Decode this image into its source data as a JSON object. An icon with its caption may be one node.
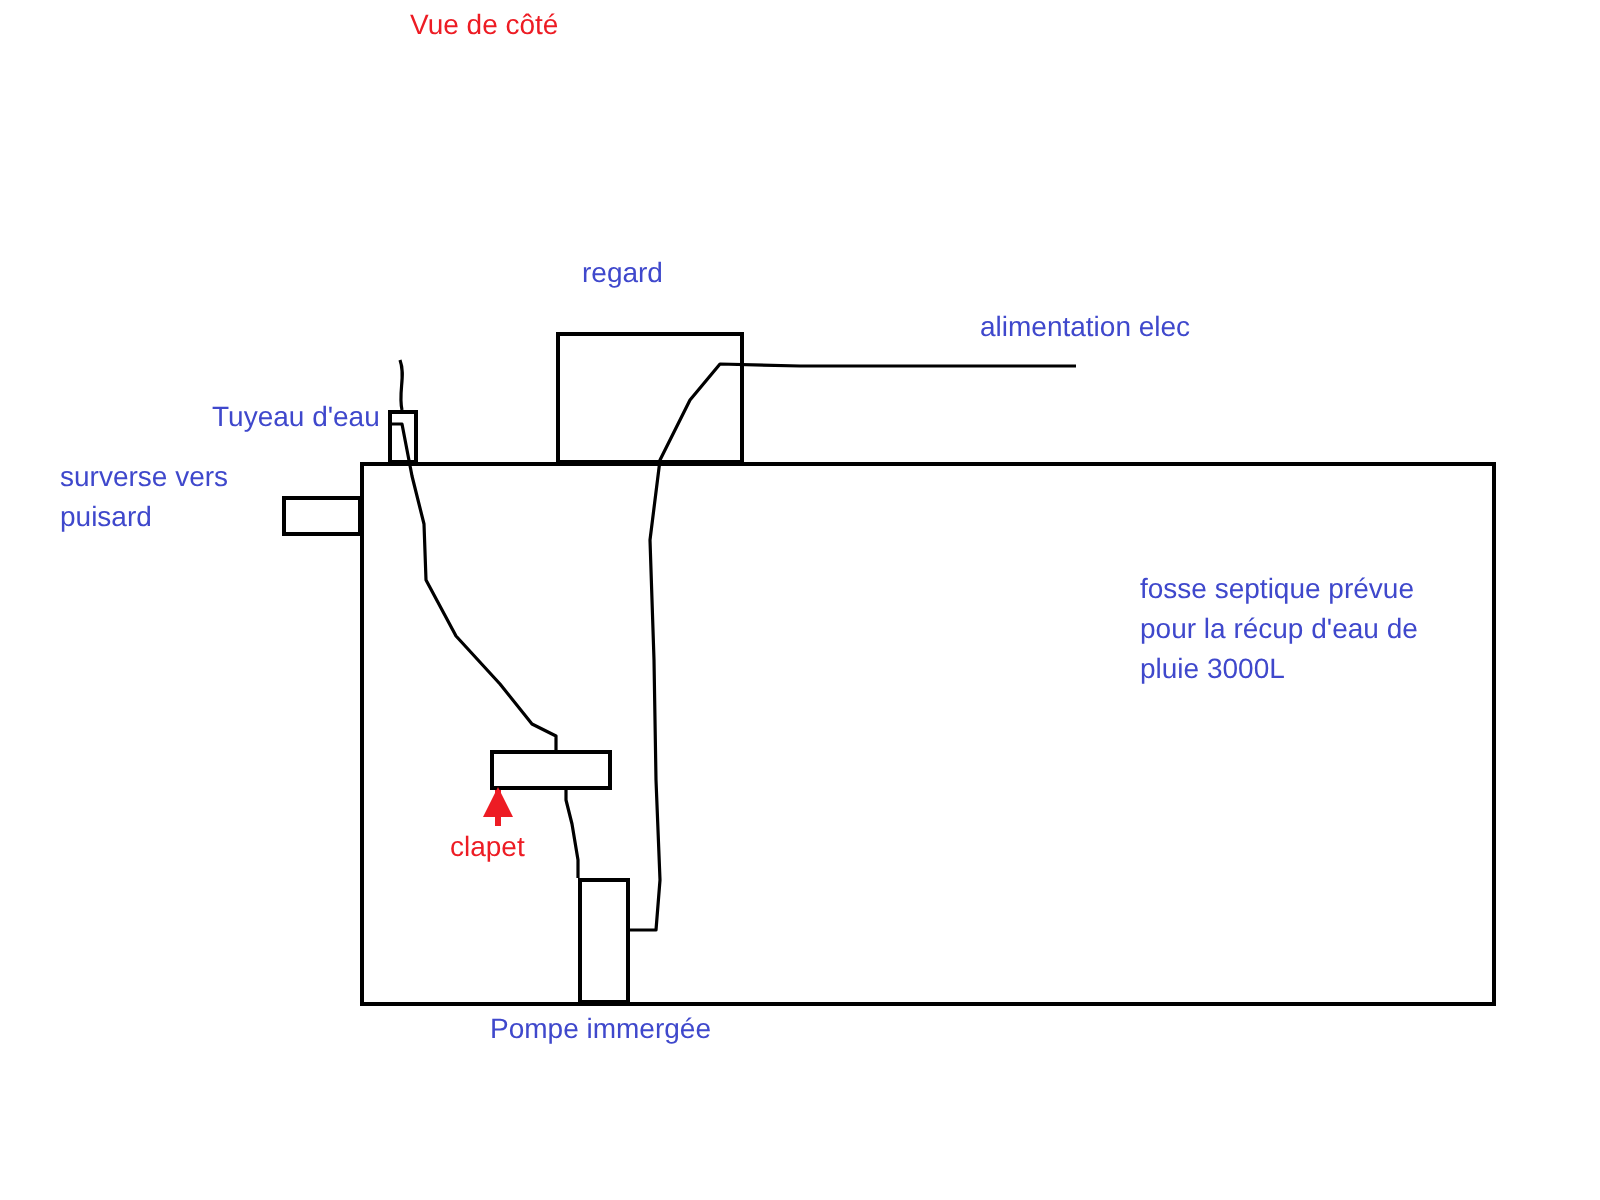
{
  "diagram": {
    "title": "Vue de côté",
    "nodes": [
      {
        "text": [
          "fosse septique prévue pour la récup d'eau de pluie 3000L"
        ]
      },
      {
        "text": [
          "regard"
        ]
      },
      {
        "text": [
          "Tuyeau d'eau"
        ]
      },
      {
        "text": [
          "surverse vers puisard"
        ]
      },
      {
        "text": [],
        "shape": "box",
        "in": 0
      },
      {
        "text": [
          "clapet"
        ],
        "in": 0
      },
      {
        "text": [
          "Pompe immergée"
        ],
        "in": 0
      }
    ],
    "edges": [
      {
        "from": 2,
        "to": 4,
        "arrow": "none"
      },
      {
        "from": 4,
        "to": 6,
        "arrow": "none"
      },
      {
        "from": null,
        "to": 6,
        "arrow": "none"
      },
      {
        "from": 5,
        "to": 4,
        "arrow": "to",
        "color": "#ed1c24"
      }
    ],
    "labels": [
      "alimentation elec"
    ]
  }
}
